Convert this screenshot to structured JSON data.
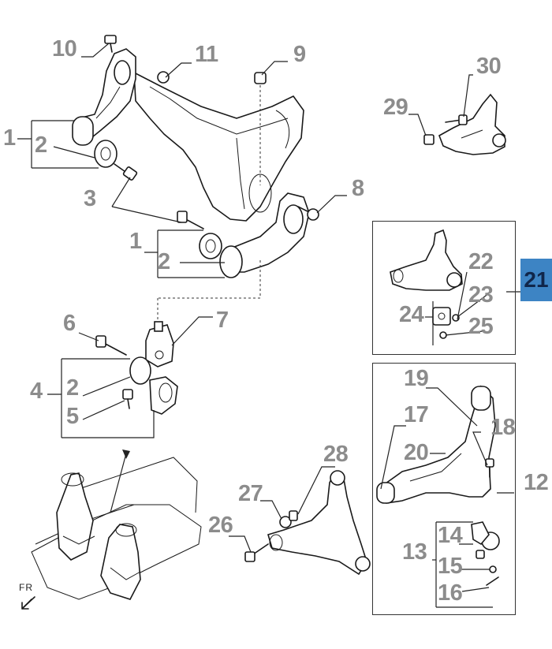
{
  "section_tab": "21",
  "direction_label": "FR",
  "callouts": {
    "c10": "10",
    "c11": "11",
    "c9": "9",
    "c30": "30",
    "c29": "29",
    "c1a": "1",
    "c2a": "2",
    "c3": "3",
    "c8": "8",
    "c1b": "1",
    "c2b": "2",
    "c22": "22",
    "c23": "23",
    "c24": "24",
    "c25": "25",
    "c6": "6",
    "c7": "7",
    "c4": "4",
    "c2c": "2",
    "c5": "5",
    "c19": "19",
    "c17": "17",
    "c18": "18",
    "c20": "20",
    "c12": "12",
    "c14": "14",
    "c13": "13",
    "c15": "15",
    "c16": "16",
    "c28": "28",
    "c27": "27",
    "c26": "26"
  }
}
